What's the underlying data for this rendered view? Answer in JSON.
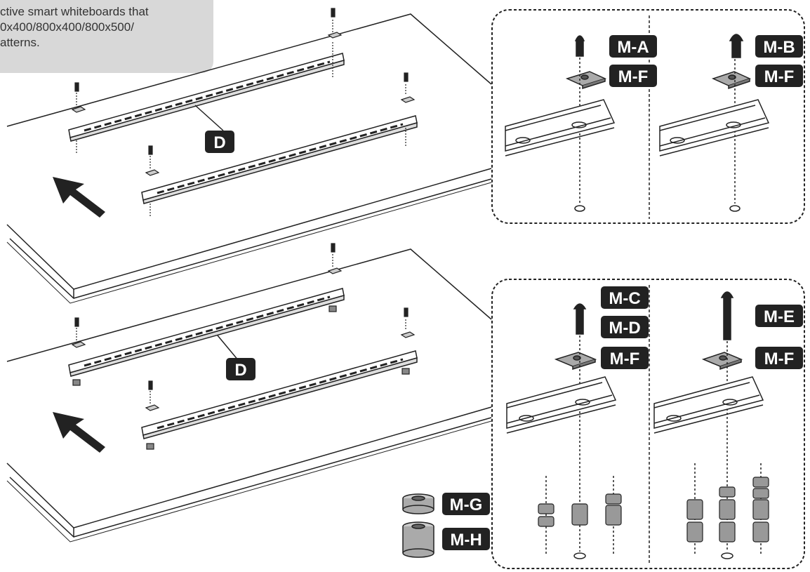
{
  "note": {
    "line1": "ctive smart whiteboards that",
    "line2": "0x400/800x400/800x500/",
    "line3": "atterns."
  },
  "callouts": {
    "top_bracket": "D",
    "bottom_bracket": "D"
  },
  "top_detail": {
    "left_labels": [
      "M-A",
      "M-F"
    ],
    "right_labels": [
      "M-B",
      "M-F"
    ]
  },
  "bottom_detail": {
    "left_labels": [
      "M-C",
      "M-D",
      "M-F"
    ],
    "right_labels": [
      "M-E",
      "M-F"
    ],
    "spacer_labels": [
      "M-G",
      "M-H"
    ]
  }
}
